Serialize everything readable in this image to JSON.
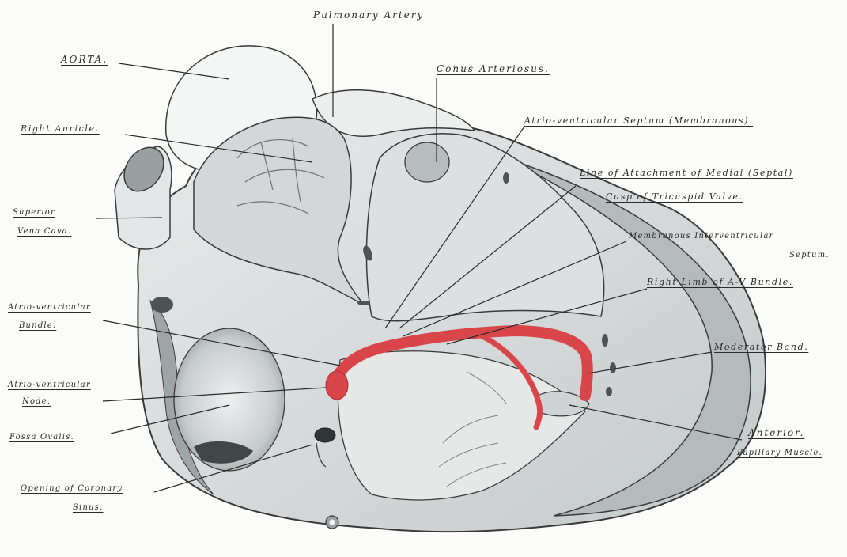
{
  "labels": {
    "pulmonary_artery": "Pulmonary Artery",
    "aorta": "AORTA.",
    "conus_arteriosus": "Conus Arteriosus.",
    "right_auricle": "Right Auricle.",
    "av_septum": "Atrio-ventricular Septum (Membranous).",
    "line_attach_1": "Line of Attachment of Medial (Septal)",
    "line_attach_2": "Cusp of Tricuspid Valve.",
    "superior_vena_cava_1": "Superior",
    "superior_vena_cava_2": "Vena Cava.",
    "membranous_iv_septum_1": "Membranous Interventricular",
    "membranous_iv_septum_2": "Septum.",
    "right_limb": "Right Limb of A-V Bundle.",
    "av_bundle_1": "Atrio-ventricular",
    "av_bundle_2": "Bundle.",
    "moderator_band": "Moderator Band.",
    "av_node_1": "Atrio-ventricular",
    "av_node_2": "Node.",
    "fossa_ovalis": "Fossa Ovalis.",
    "anterior_papillary_1": "Anterior.",
    "anterior_papillary_2": "Papillary Muscle.",
    "coronary_sinus_1": "Opening of Coronary",
    "coronary_sinus_2": "Sinus."
  },
  "colors": {
    "ink": "#2a2a2a",
    "bundle_red": "#d9464a",
    "shade": "#8d9294",
    "dark_shade": "#4b5353"
  }
}
